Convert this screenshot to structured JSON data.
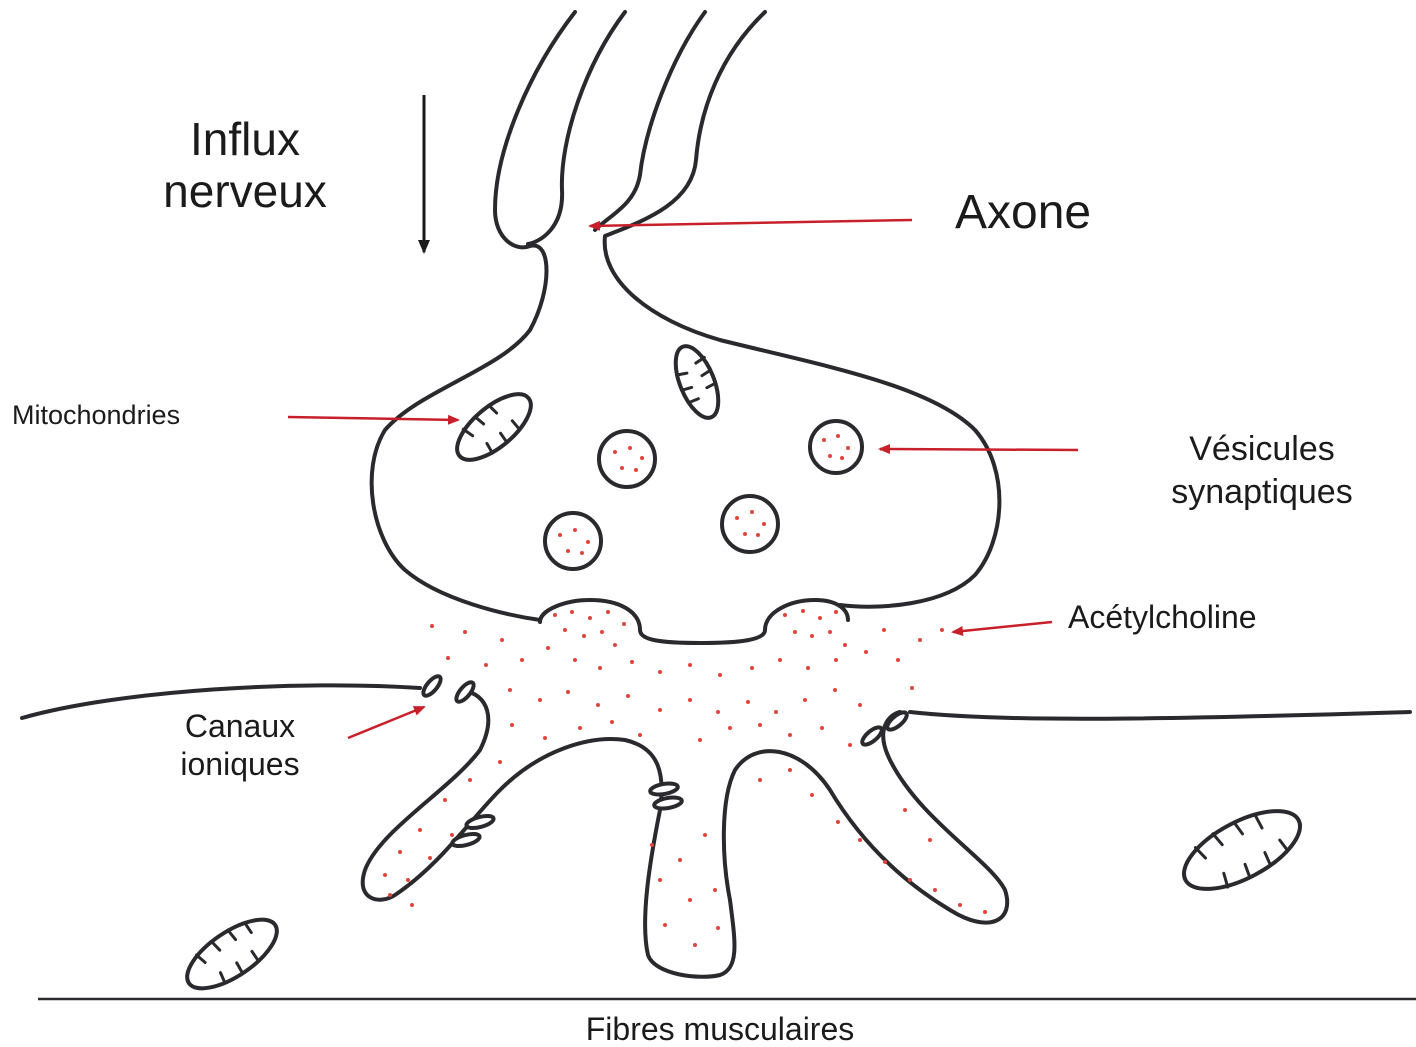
{
  "labels": {
    "influx_line1": "Influx",
    "influx_line2": "nerveux",
    "axone": "Axone",
    "mitochondries": "Mitochondries",
    "vesicules_line1": "Vésicules",
    "vesicules_line2": "synaptiques",
    "acetylcholine": "Acétylcholine",
    "canaux_line1": "Canaux",
    "canaux_line2": "ioniques",
    "fibres": "Fibres musculaires"
  },
  "colors": {
    "ink": "#2a2a2e",
    "arrow": "#c8202a",
    "dots": "#e0443c",
    "background": "#ffffff"
  }
}
